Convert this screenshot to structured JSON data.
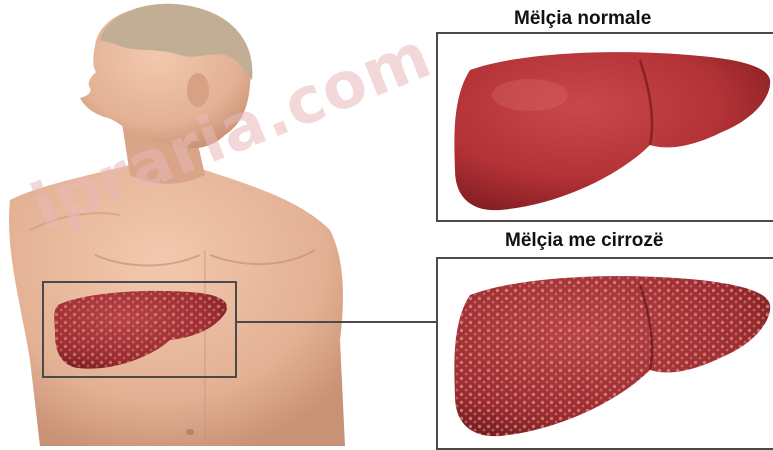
{
  "labels": {
    "normal": "Mëlçia normale",
    "cirrhosis": "Mëlçia me cirrozë"
  },
  "watermark": "ipraria.com",
  "colors": {
    "skin": "#e8b79a",
    "skin_shadow": "#cf9c80",
    "hair": "#b8a48c",
    "liver_normal": "#b8363a",
    "liver_normal_dark": "#8e2226",
    "liver_cirrhosis": "#a9363a",
    "nodule": "#d98a80",
    "frame": "#4a4a4a"
  },
  "icons": {
    "figure": "human-torso-illustration",
    "normal_liver": "normal-liver-illustration",
    "cirrhotic_liver": "cirrhotic-liver-illustration"
  }
}
